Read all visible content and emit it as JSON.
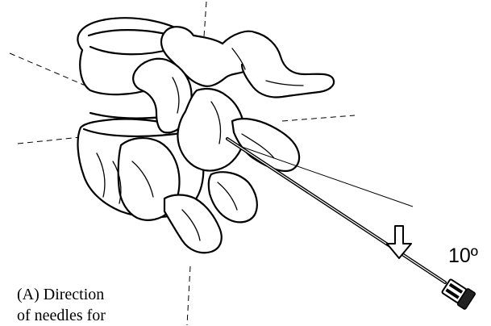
{
  "angle_label": "10º",
  "caption": {
    "line1": "(A) Direction",
    "line2": "of needles for"
  },
  "colors": {
    "ink": "#000000",
    "background": "#ffffff"
  },
  "icons": [
    "needle",
    "down-arrow"
  ]
}
